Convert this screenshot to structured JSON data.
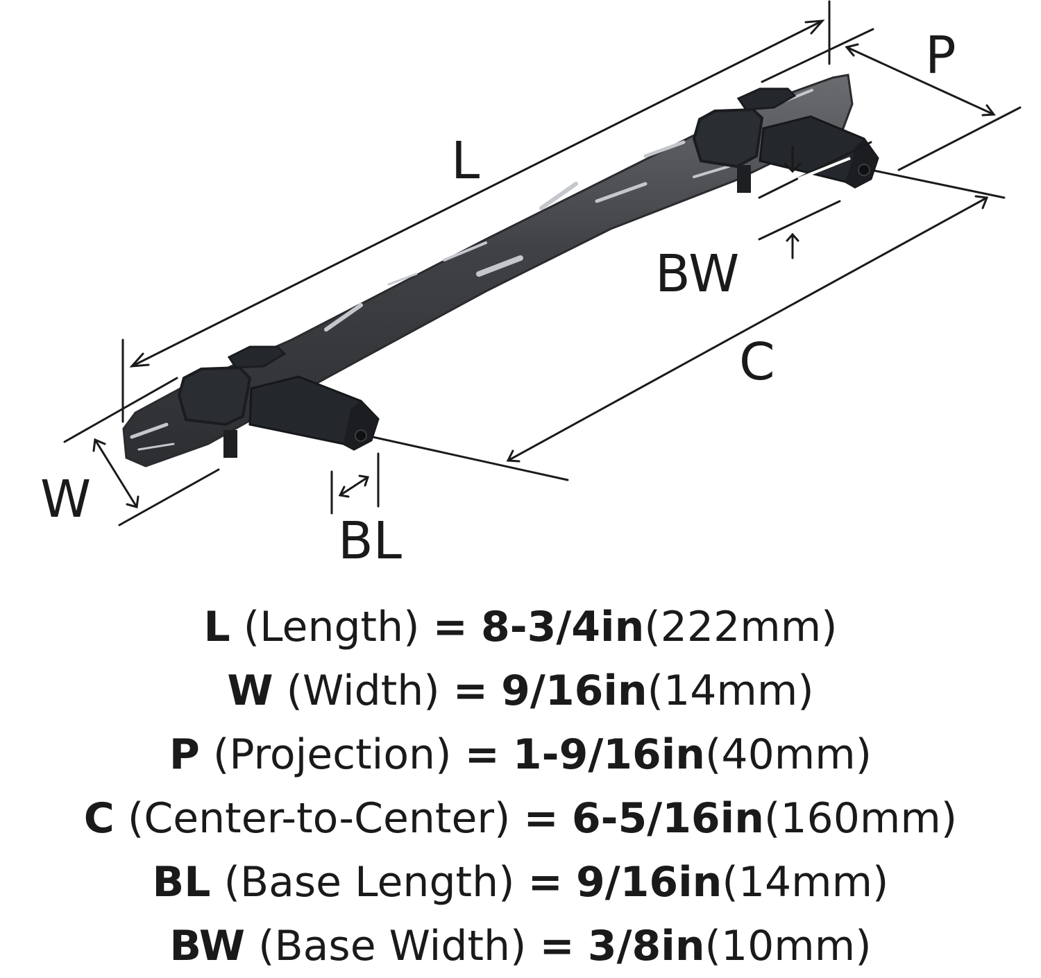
{
  "diagram": {
    "labels": {
      "L": "L",
      "P": "P",
      "BW": "BW",
      "C": "C",
      "W": "W",
      "BL": "BL"
    },
    "colors": {
      "line": "#1a1a1a",
      "handle_dark": "#3c3d40",
      "handle_mid": "#5c5e62",
      "handle_light": "#b9bcc0",
      "post": "#24272b"
    }
  },
  "specs": [
    {
      "code": "L",
      "desc": "(Length)",
      "eq": "=",
      "inch": "8-3/4in",
      "mm": "(222mm)"
    },
    {
      "code": "W",
      "desc": "(Width)",
      "eq": "=",
      "inch": "9/16in",
      "mm": "(14mm)"
    },
    {
      "code": "P",
      "desc": "(Projection)",
      "eq": "=",
      "inch": "1-9/16in",
      "mm": "(40mm)"
    },
    {
      "code": "C",
      "desc": "(Center-to-Center)",
      "eq": "=",
      "inch": "6-5/16in",
      "mm": "(160mm)"
    },
    {
      "code": "BL",
      "desc": "(Base Length)",
      "eq": "=",
      "inch": "9/16in",
      "mm": "(14mm)"
    },
    {
      "code": "BW",
      "desc": "(Base Width)",
      "eq": "=",
      "inch": "3/8in",
      "mm": "(10mm)"
    }
  ]
}
